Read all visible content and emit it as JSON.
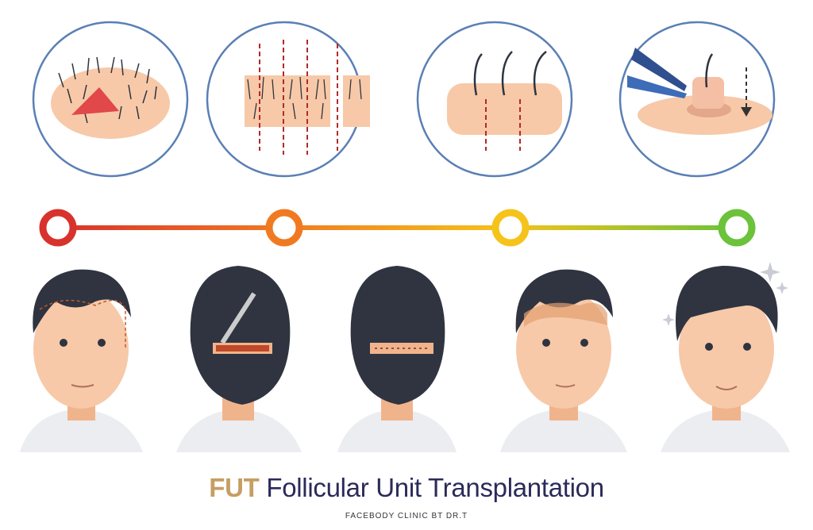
{
  "title": {
    "acronym": "FUT",
    "full": "Follicular Unit Transplantation"
  },
  "credit": "FACEBODY CLINIC BT DR.T",
  "colors": {
    "acronym": "#c59e62",
    "title": "#2a2a5a",
    "step1": "#d8322c",
    "step2": "#f07a22",
    "step3": "#f5c31b",
    "step4": "#6cc23a",
    "circle_border": "#5a7fb5",
    "hair": "#2f3440",
    "skin": "#f7c9a8"
  },
  "steps": [
    {
      "icon": "strip-excision-icon"
    },
    {
      "icon": "strip-dissection-icon"
    },
    {
      "icon": "follicular-unit-icon"
    },
    {
      "icon": "graft-implant-icon"
    }
  ]
}
